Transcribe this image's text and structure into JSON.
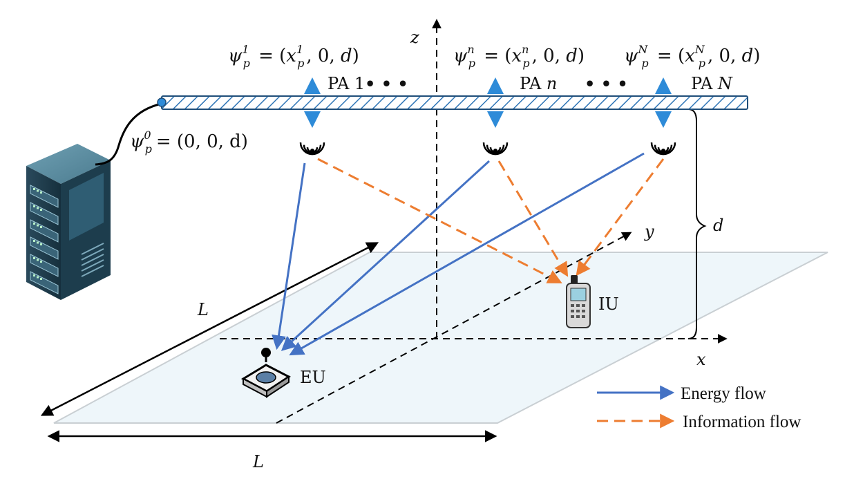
{
  "axes": {
    "z": "z",
    "y": "y",
    "x": "x"
  },
  "dimensions": {
    "side_left": "L",
    "side_bottom": "L",
    "height": "d"
  },
  "pinching_antennas": [
    {
      "label_prefix": "PA ",
      "index": "1",
      "psi_sup": "1",
      "psi_x_sup": "1"
    },
    {
      "label_prefix": "PA ",
      "index": "n",
      "psi_sup": "n",
      "psi_x_sup": "n"
    },
    {
      "label_prefix": "PA ",
      "index": "N",
      "psi_sup": "N",
      "psi_x_sup": "N"
    }
  ],
  "feed_point": {
    "psi_sup": "0",
    "coords": "= (0, 0, d)"
  },
  "ellipsis": "• • •",
  "users": {
    "energy": "EU",
    "information": "IU"
  },
  "legend": {
    "energy": "Energy flow",
    "information": "Information flow"
  },
  "colors": {
    "energy": "#4472c4",
    "information": "#ed7d31",
    "waveguide_stroke": "#1f4e79",
    "waveguide_hatch": "#2e75b6",
    "antenna": "#2e8bd8",
    "plane": "#eef6fa"
  }
}
